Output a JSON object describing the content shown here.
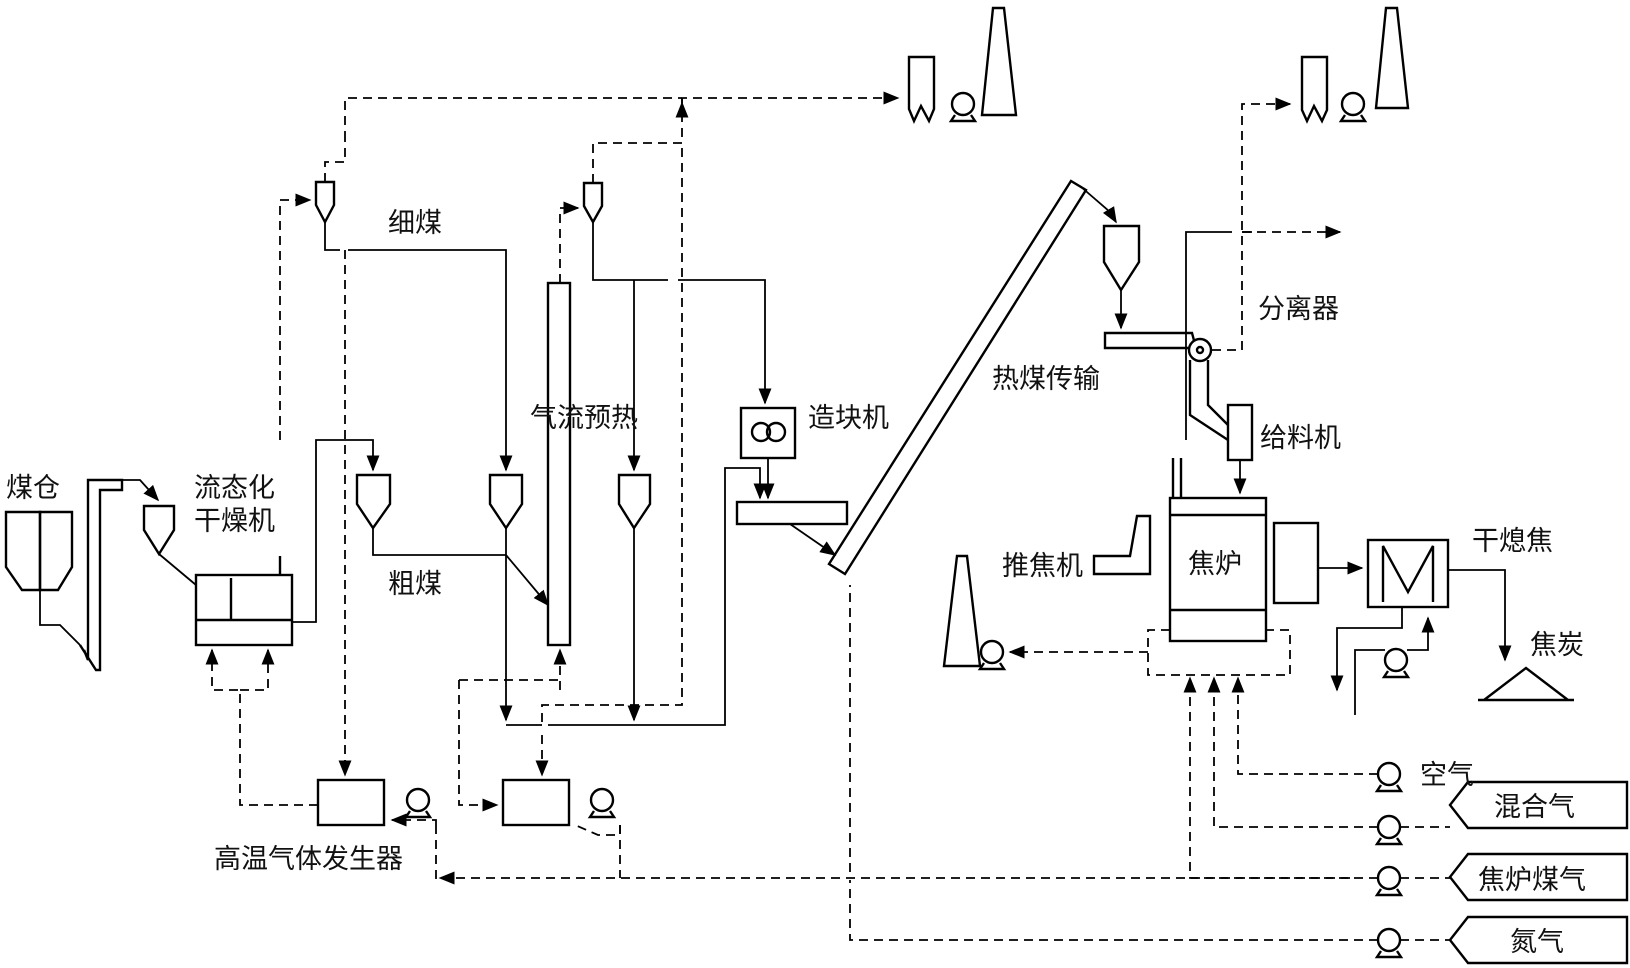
{
  "labels": {
    "coal_bin": "煤仓",
    "fluidized_dryer_line1": "流态化",
    "fluidized_dryer_line2": "干燥机",
    "fine_coal": "细煤",
    "coarse_coal": "粗煤",
    "airflow_preheat": "气流预热",
    "briquetting_machine": "造块机",
    "hot_coal_transport": "热煤传输",
    "separator": "分离器",
    "feeder": "给料机",
    "coke_pusher": "推焦机",
    "coke_oven": "焦炉",
    "cdq": "干熄焦",
    "coke": "焦炭",
    "hot_gas_generator": "高温气体发生器",
    "air": "空气",
    "mixed_gas": "混合气",
    "coke_oven_gas": "焦炉煤气",
    "nitrogen": "氮气"
  },
  "colors": {
    "line": "#000000",
    "background": "#ffffff"
  }
}
